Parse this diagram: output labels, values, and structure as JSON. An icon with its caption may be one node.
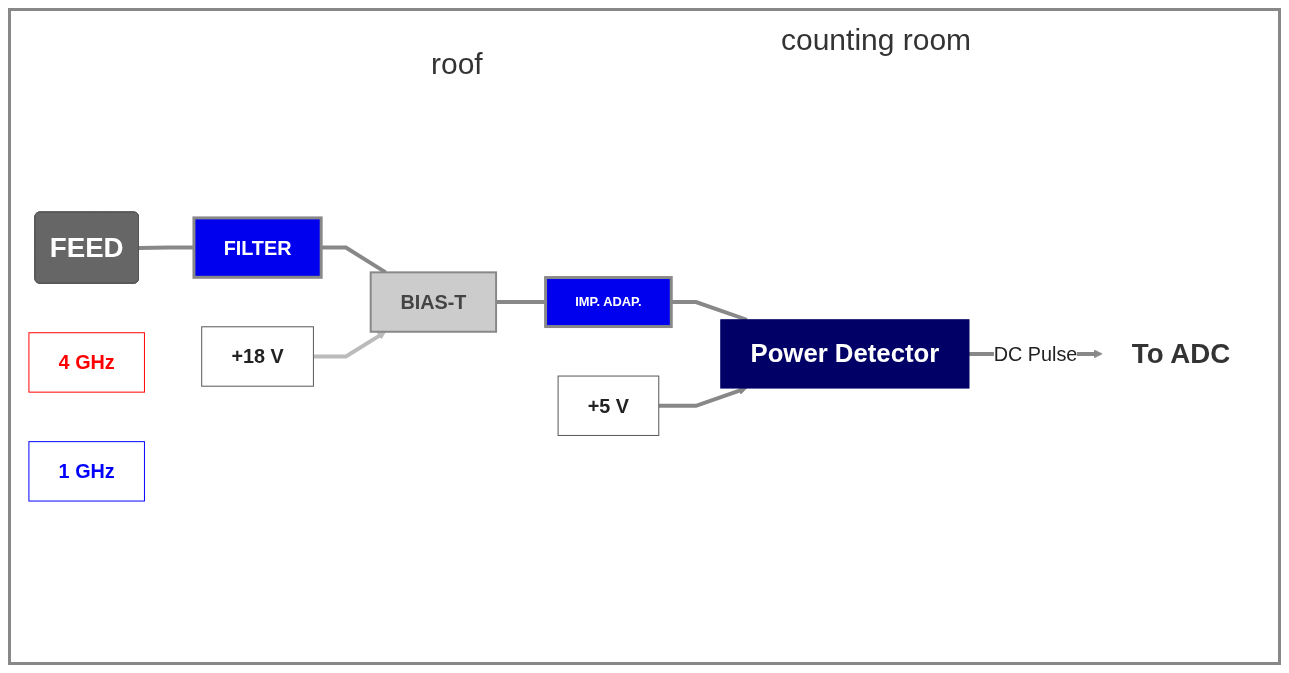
{
  "diagram": {
    "nodes": [
      {
        "text": [
          "FEED"
        ]
      },
      {
        "text": [
          "FILTER"
        ]
      },
      {
        "text": [
          "BIAS-T"
        ]
      },
      {
        "text": [
          "IMP. ADAP."
        ]
      },
      {
        "text": [
          "Power Detector"
        ]
      },
      {
        "text": [
          "+18 V"
        ]
      },
      {
        "text": [
          "+5 V"
        ]
      },
      {
        "text": [
          "To ADC"
        ]
      },
      {
        "text": [
          "4 GHz"
        ]
      },
      {
        "text": [
          "1 GHz"
        ]
      }
    ],
    "edges": [
      {
        "from": 0,
        "to": 1,
        "arrow": "none"
      },
      {
        "from": 1,
        "to": 2,
        "arrow": "none"
      },
      {
        "from": 2,
        "to": 3,
        "arrow": "none"
      },
      {
        "from": 3,
        "to": 4,
        "arrow": "none"
      },
      {
        "from": 5,
        "to": 2,
        "arrow": "to",
        "color": "#bbbbbb"
      },
      {
        "from": 6,
        "to": 4,
        "arrow": "to"
      },
      {
        "from": 4,
        "to": 7,
        "arrow": "to",
        "label": "DC Pulse"
      }
    ],
    "labels": [
      "roof",
      "counting room"
    ]
  }
}
